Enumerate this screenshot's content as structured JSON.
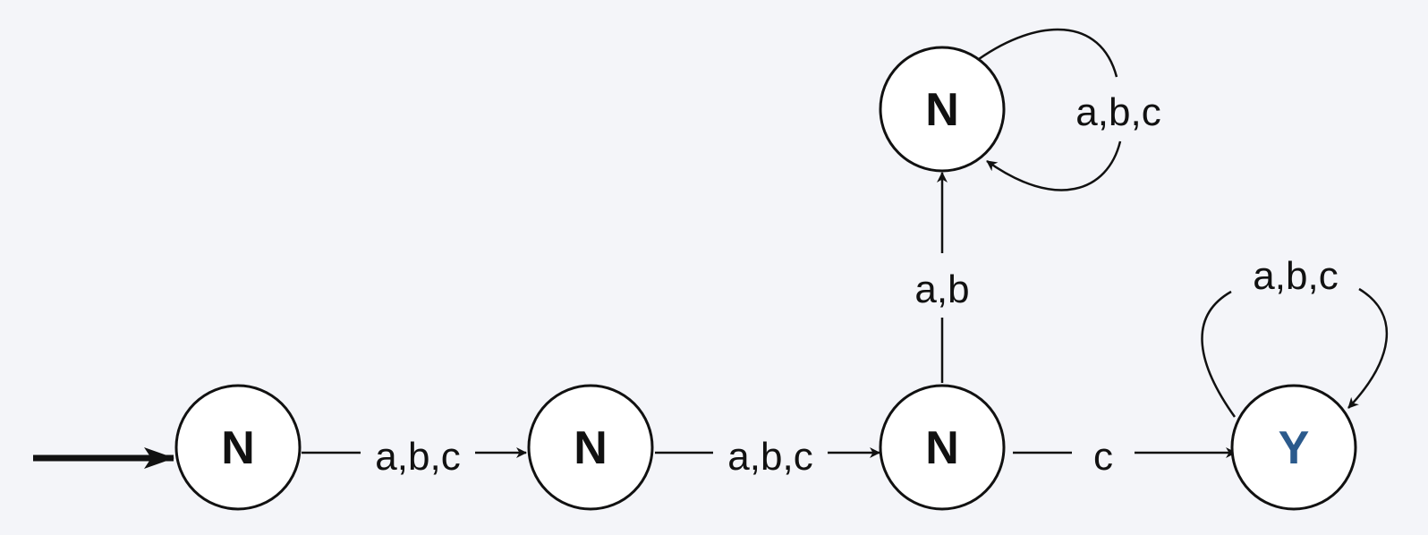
{
  "colors": {
    "background": "#f4f5f9",
    "stroke": "#111111",
    "node_fill": "#ffffff",
    "label": "#111111",
    "accept_label": "#2b5a8c"
  },
  "states": [
    {
      "id": "s0",
      "label": "N"
    },
    {
      "id": "s1",
      "label": "N"
    },
    {
      "id": "s2",
      "label": "N"
    },
    {
      "id": "s3",
      "label": "Y"
    },
    {
      "id": "s4",
      "label": "N"
    }
  ],
  "transitions": [
    {
      "from": "s0",
      "to": "s1",
      "label": "a,b,c"
    },
    {
      "from": "s1",
      "to": "s2",
      "label": "a,b,c"
    },
    {
      "from": "s2",
      "to": "s3",
      "label": "c"
    },
    {
      "from": "s2",
      "to": "s4",
      "label": "a,b"
    },
    {
      "from": "s4",
      "to": "s4",
      "label": "a,b,c"
    },
    {
      "from": "s3",
      "to": "s3",
      "label": "a,b,c"
    }
  ]
}
